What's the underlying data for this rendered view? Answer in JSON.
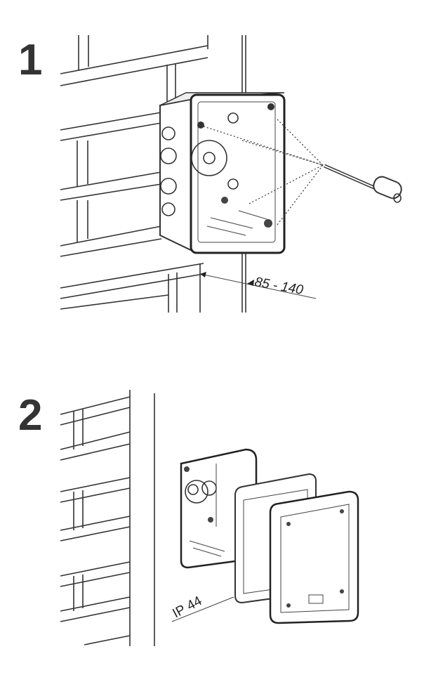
{
  "steps": [
    {
      "number": "1",
      "dimension_label": "85 - 140"
    },
    {
      "number": "2",
      "rating_label": "IP 44"
    }
  ]
}
